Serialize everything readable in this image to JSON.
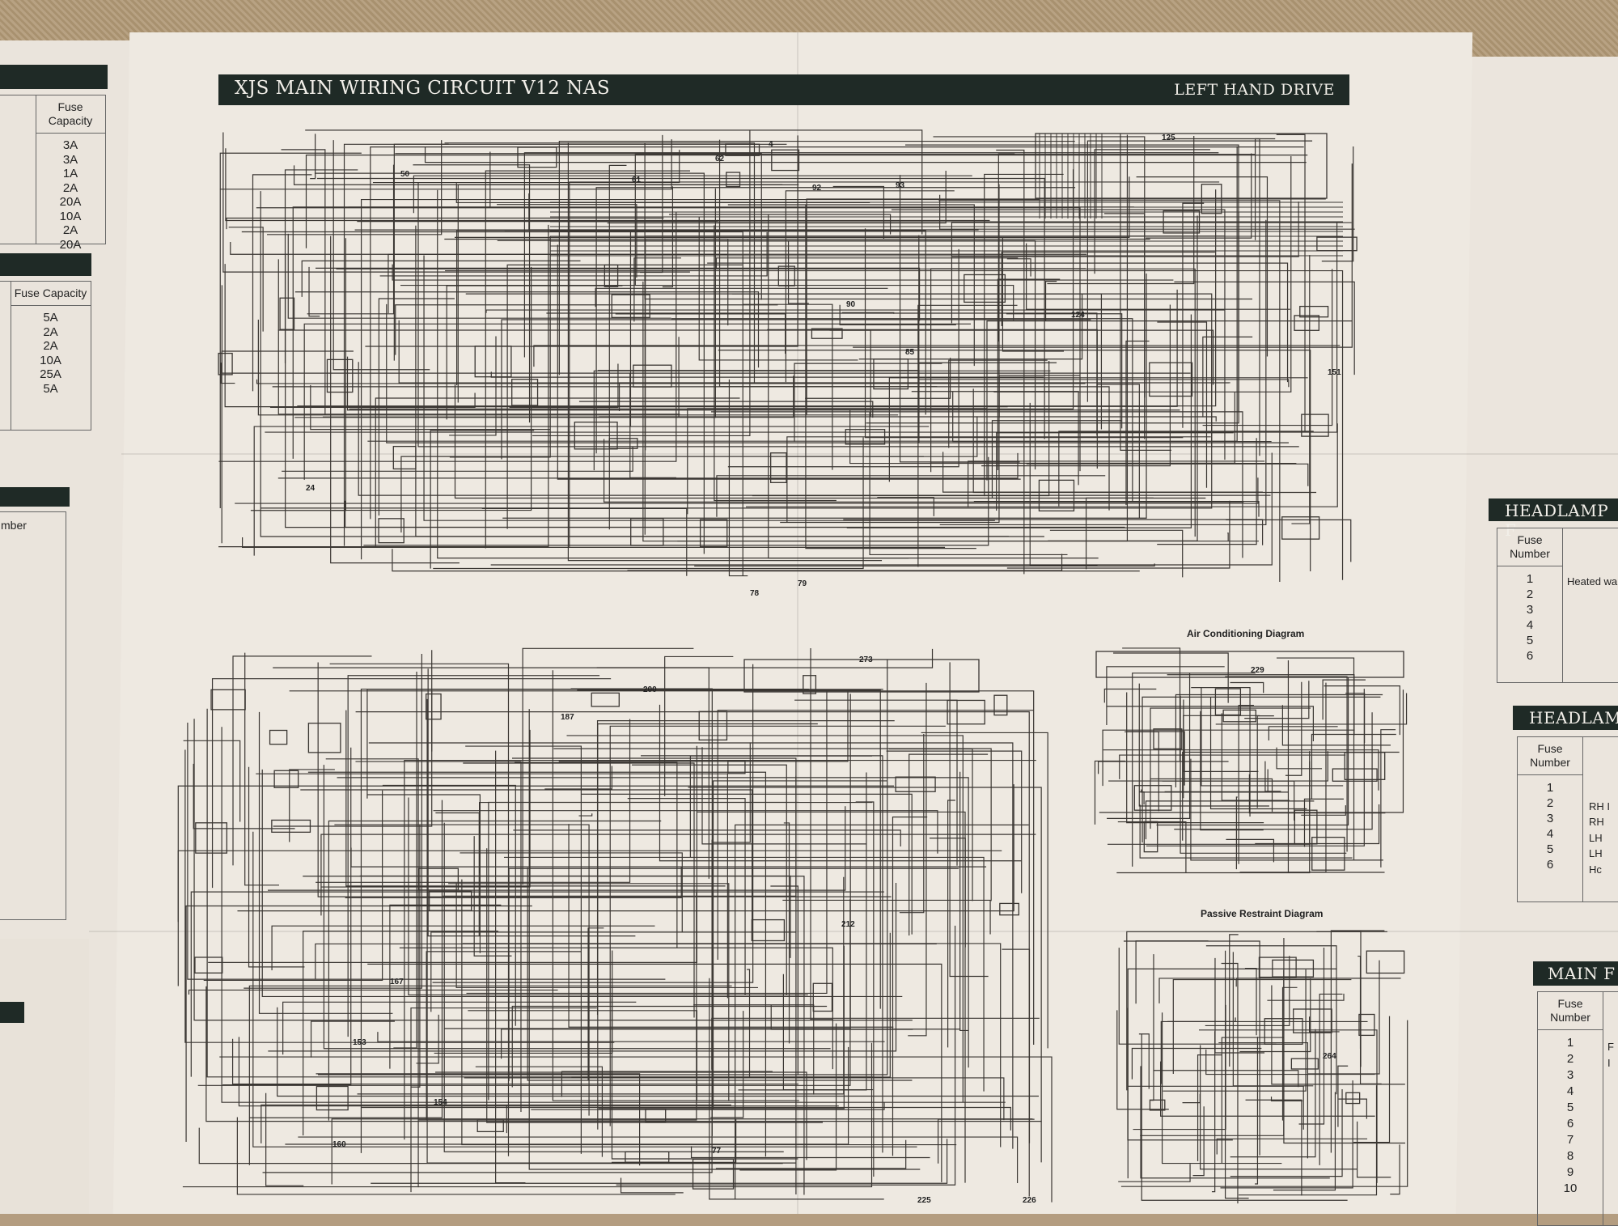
{
  "diagram": {
    "title": "XJS MAIN WIRING CIRCUIT V12 NAS",
    "drive_side": "LEFT HAND DRIVE",
    "sub_diagrams": [
      "Air Conditioning Diagram",
      "Passive Restraint Diagram"
    ],
    "component_labels": [
      "50",
      "61",
      "62",
      "4",
      "92",
      "93",
      "125",
      "85",
      "90",
      "124",
      "151",
      "24",
      "78",
      "79",
      "229",
      "273",
      "212",
      "153",
      "167",
      "154",
      "160",
      "225",
      "226",
      "264",
      "77",
      "200",
      "187"
    ]
  },
  "left_tables": [
    {
      "header": "Fuse Capacity",
      "values": [
        "3A",
        "3A",
        "1A",
        "2A",
        "20A",
        "10A",
        "2A",
        "20A"
      ]
    },
    {
      "header": "Fuse Capacity",
      "values": [
        "5A",
        "2A",
        "2A",
        "10A",
        "25A",
        "5A"
      ]
    },
    {
      "header": "mber"
    }
  ],
  "right_tables": [
    {
      "title": "HEADLAMP F",
      "number_header": "Fuse Number",
      "numbers": [
        "1",
        "2",
        "3",
        "4",
        "5",
        "6"
      ],
      "descriptions": [
        "Heated wa",
        "",
        "",
        "",
        "",
        ""
      ]
    },
    {
      "title": "HEADLAM",
      "number_header": "Fuse Number",
      "numbers": [
        "1",
        "2",
        "3",
        "4",
        "5",
        "6"
      ],
      "descriptions": [
        "",
        "RH I",
        "RH",
        "LH",
        "LH",
        "Hc"
      ]
    },
    {
      "title": "MAIN F",
      "number_header": "Fuse Number",
      "numbers": [
        "1",
        "2",
        "3",
        "4",
        "5",
        "6",
        "7",
        "8",
        "9",
        "10"
      ],
      "descriptions": [
        "F",
        "I",
        "",
        "",
        "",
        "",
        "",
        "",
        "",
        ""
      ]
    }
  ]
}
